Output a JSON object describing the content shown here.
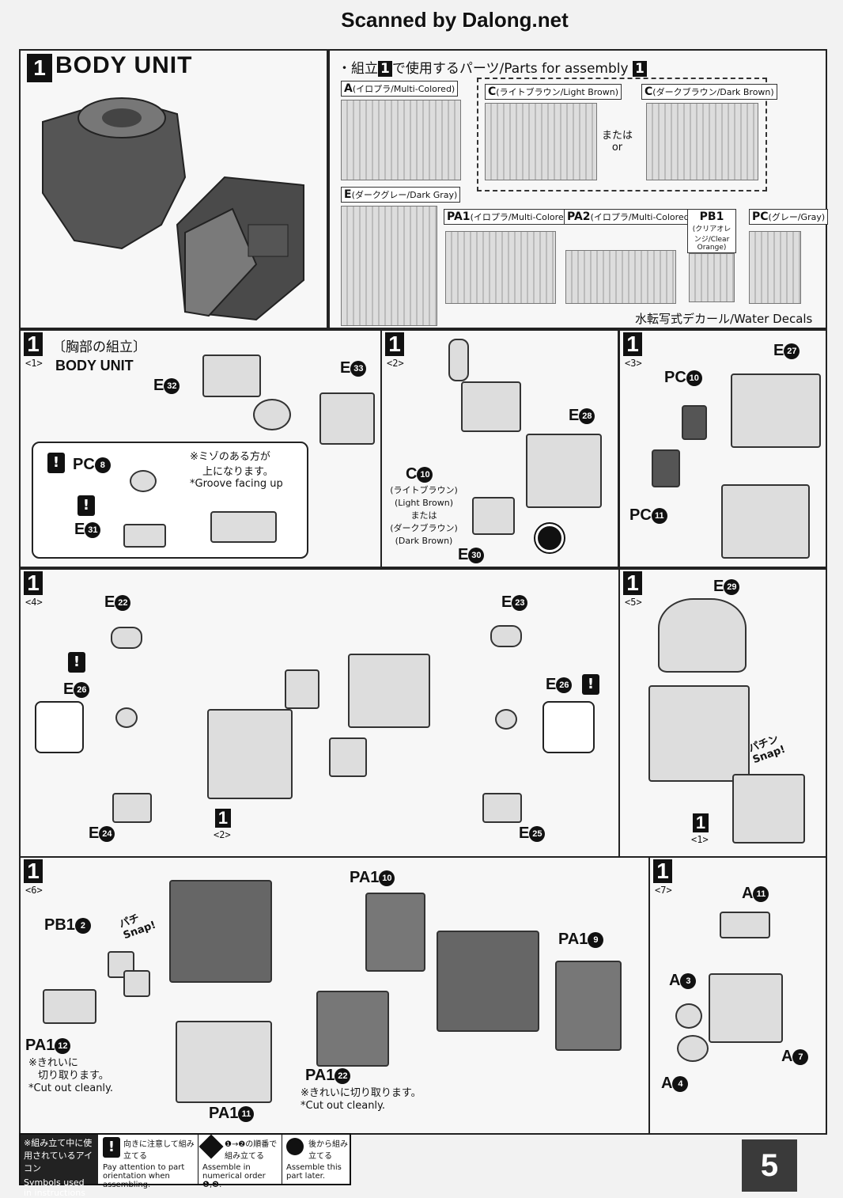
{
  "header": {
    "scan_credit": "Scanned by Dalong.net",
    "page_number": "5"
  },
  "section": {
    "number": "1",
    "title": "BODY UNIT"
  },
  "parts_panel": {
    "title_prefix": "・組立",
    "title_step": "1",
    "title_suffix": "で使用するパーツ/Parts for assembly",
    "title_step_end": "1",
    "or_text_jp": "または",
    "or_text_en": "or",
    "water_decals": "水転写式デカール/Water Decals",
    "runners": [
      {
        "code": "A",
        "desc": "(イロプラ/Multi-Colored)"
      },
      {
        "code": "C",
        "desc": "(ライトブラウン/Light Brown)"
      },
      {
        "code": "C",
        "desc": "(ダークブラウン/Dark Brown)"
      },
      {
        "code": "E",
        "desc": "(ダークグレー/Dark Gray)"
      },
      {
        "code": "PA1",
        "desc": "(イロプラ/Multi-Colored)"
      },
      {
        "code": "PA2",
        "desc": "(イロプラ/Multi-Colored)"
      },
      {
        "code": "PB1",
        "desc": "(クリアオレンジ/Clear Orange)"
      },
      {
        "code": "PC",
        "desc": "(グレー/Gray)"
      }
    ]
  },
  "steps": {
    "s1": {
      "num": "1",
      "sub": "<1>",
      "title_jp": "〔胸部の組立〕",
      "title_en": "BODY UNIT",
      "labels": [
        "E32",
        "E33",
        "PC8",
        "E31"
      ],
      "note_jp1": "※ミゾのある方が",
      "note_jp2": "上になります。",
      "note_en": "*Groove facing up"
    },
    "s2": {
      "num": "1",
      "sub": "<2>",
      "labels": [
        "E28",
        "C10",
        "E30"
      ],
      "c_light_jp": "(ライトブラウン)",
      "c_light_en": "(Light Brown)",
      "or_jp": "または",
      "or_en": "or",
      "c_dark_jp": "(ダークブラウン)",
      "c_dark_en": "(Dark Brown)"
    },
    "s3": {
      "num": "1",
      "sub": "<3>",
      "labels": [
        "E27",
        "PC10",
        "PC11"
      ]
    },
    "s4": {
      "num": "1",
      "sub": "<4>",
      "labels": [
        "E22",
        "E26",
        "E24",
        "E23",
        "E26",
        "E25"
      ],
      "ref_num": "1",
      "ref_sub": "<2>"
    },
    "s5": {
      "num": "1",
      "sub": "<5>",
      "labels": [
        "E29"
      ],
      "snap_jp": "パチン",
      "snap_en": "Snap!",
      "ref_num": "1",
      "ref_sub": "<1>"
    },
    "s6": {
      "num": "1",
      "sub": "<6>",
      "labels": [
        "PB1 2",
        "PA1 12",
        "PA1 11",
        "PA1 10",
        "PA1 9",
        "PA1 22"
      ],
      "note_jp1": "※きれいに",
      "note_jp2": "切り取ります。",
      "note_en": "*Cut out cleanly.",
      "note2_jp": "※きれいに切り取ります。",
      "note2_en": "*Cut out cleanly.",
      "snap_jp": "パチ",
      "snap_en": "Snap!"
    },
    "s7": {
      "num": "1",
      "sub": "<7>",
      "labels": [
        "A11",
        "A3",
        "A7",
        "A4"
      ]
    }
  },
  "legend": {
    "head_jp": "※組み立て中に使用されているアイコン",
    "head_en": "Symbols used in instructions",
    "items": [
      {
        "icon": "warning-icon",
        "jp": "向きに注意して組み立てる",
        "en": "Pay attention to part orientation when assembling."
      },
      {
        "icon": "order-icon",
        "jp": "❶→❷の順番で組み立てる",
        "en": "Assemble in numerical order ❶,❷."
      },
      {
        "icon": "later-icon",
        "jp": "後から組み立てる",
        "en": "Assemble this part later."
      }
    ]
  }
}
